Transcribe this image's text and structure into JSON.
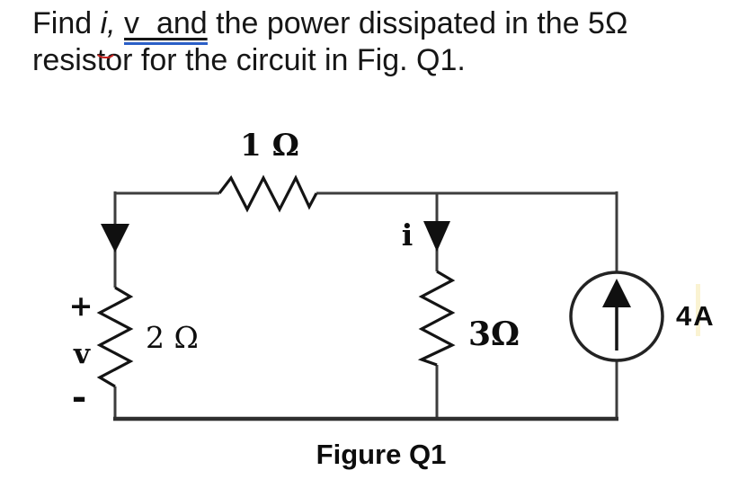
{
  "question": {
    "prefix": "Find ",
    "current_var": "i,",
    "underlined": "v  and",
    "line1_rest": " the power dissipated in the 5Ω",
    "line2": "resistor for the circuit in Fig. Q1."
  },
  "circuit": {
    "r_top_label": "1 Ω",
    "r_left_label": "2 Ω",
    "r_mid_label": "3Ω",
    "source_label": "4A",
    "current_label": "i",
    "plus": "+",
    "voltage_label": "v",
    "minus": "-",
    "caption": "Figure Q1"
  },
  "colors": {
    "wire": "#3d3d3d",
    "ink": "#0d0d0d",
    "underline_blue": "#2b5fc7",
    "squiggle_red": "#c9211e",
    "highlight_stripe": "#faf3d2"
  }
}
